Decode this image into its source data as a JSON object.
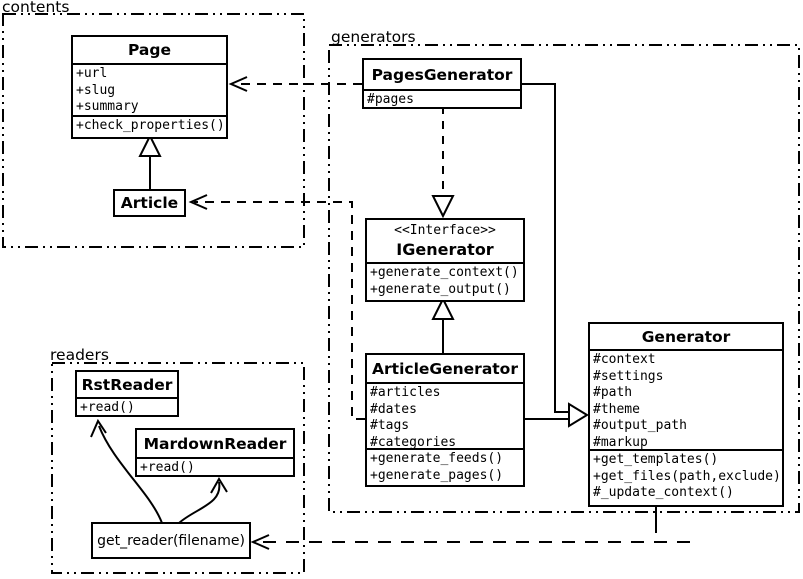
{
  "diagram": {
    "colors": {
      "ink": "#000000",
      "bg": "#ffffff"
    },
    "packages": {
      "contents": {
        "label": "contents"
      },
      "generators": {
        "label": "generators"
      },
      "readers": {
        "label": "readers"
      }
    },
    "classes": {
      "page": {
        "name": "Page",
        "attrs": [
          "+url",
          "+slug",
          "+summary"
        ],
        "methods": [
          "+check_properties()"
        ]
      },
      "article": {
        "name": "Article"
      },
      "pagesGenerator": {
        "name": "PagesGenerator",
        "attrs": [
          "#pages"
        ]
      },
      "igenerator": {
        "stereotype": "<<Interface>>",
        "name": "IGenerator",
        "methods": [
          "+generate_context()",
          "+generate_output()"
        ]
      },
      "articleGenerator": {
        "name": "ArticleGenerator",
        "attrs": [
          "#articles",
          "#dates",
          "#tags",
          "#categories"
        ],
        "methods": [
          "+generate_feeds()",
          "+generate_pages()"
        ]
      },
      "generator": {
        "name": "Generator",
        "attrs": [
          "#context",
          "#settings",
          "#path",
          "#theme",
          "#output_path",
          "#markup"
        ],
        "methods": [
          "+get_templates()",
          "+get_files(path,exclude)",
          "#_update_context()"
        ]
      },
      "rstReader": {
        "name": "RstReader",
        "methods": [
          "+read()"
        ]
      },
      "mardownReader": {
        "name": "MardownReader",
        "methods": [
          "+read()"
        ]
      },
      "getReader": {
        "name": "get_reader(filename)"
      }
    }
  }
}
